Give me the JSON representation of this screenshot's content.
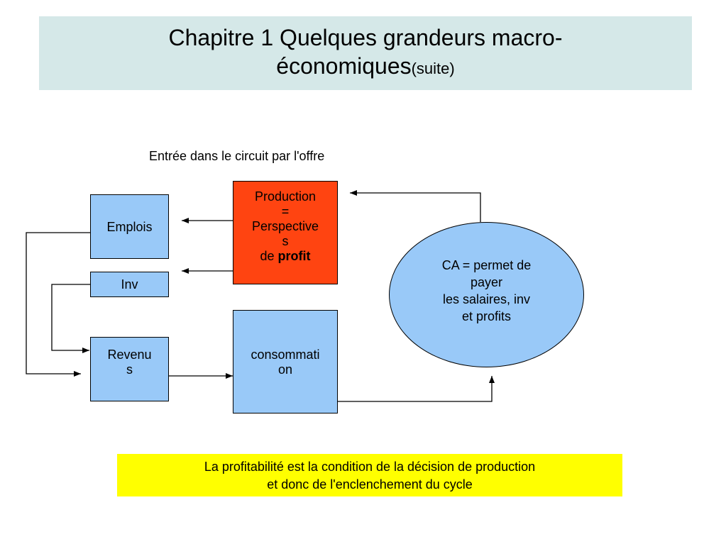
{
  "title": {
    "line1": "Chapitre 1 Quelques grandeurs macro-",
    "line2": "économiques",
    "suffix": "(suite)"
  },
  "subtitle": "Entrée dans le circuit par l'offre",
  "nodes": {
    "emplois": "Emplois",
    "inv": "Inv",
    "revenus": {
      "line1": "Revenu",
      "line2": "s"
    },
    "production": {
      "line1": "Production",
      "line2": "=",
      "line3": "Perspective",
      "line4": "s",
      "line5_prefix": "de ",
      "line5_bold": "profit"
    },
    "consommation": {
      "line1": "consommati",
      "line2": "on"
    },
    "ca": {
      "line1": "CA = permet de",
      "line2": "payer",
      "line3": "les salaires, inv",
      "line4": "et profits"
    }
  },
  "note": {
    "line1": "La profitabilité est la condition de la décision de production",
    "line2": "et donc de l'enclenchement du cycle"
  },
  "colors": {
    "title_bg": "#d5e8e8",
    "box_blue": "#99c9f8",
    "box_orange": "#ff4411",
    "note_bg": "#ffff00"
  }
}
